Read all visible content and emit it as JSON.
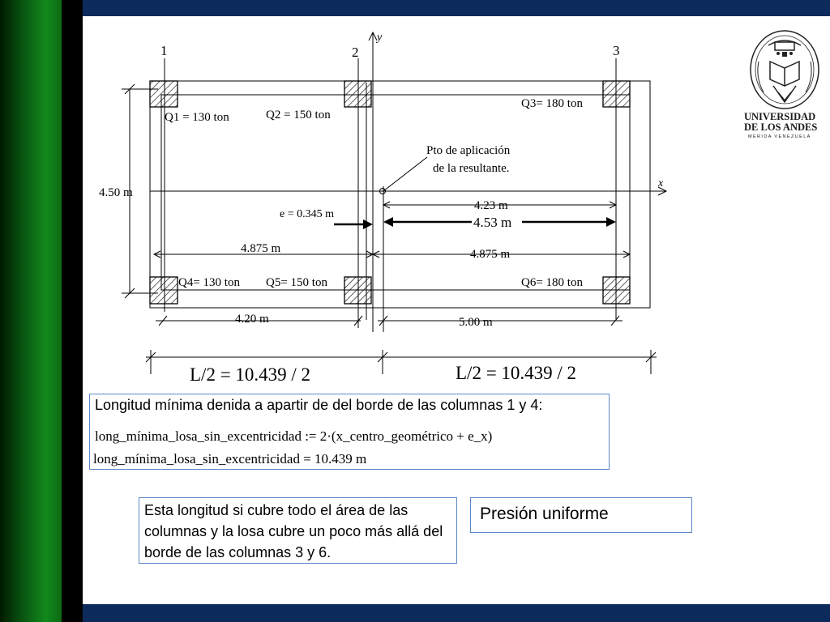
{
  "diagram": {
    "columns": [
      {
        "label": "1"
      },
      {
        "label": "2"
      },
      {
        "label": "3"
      }
    ],
    "loads": {
      "q1": "Q1 = 130 ton",
      "q2": "Q2 = 150 ton",
      "q3": "Q3= 180 ton",
      "q4": "Q4= 130 ton",
      "q5": "Q5= 150 ton",
      "q6": "Q6= 180 ton"
    },
    "axes": {
      "y": "y",
      "x": "x"
    },
    "dimensions": {
      "height": "4.50 m",
      "eccentricity": "e = 0.345 m",
      "dist_423": "4.23 m",
      "dist_453": "4.53 m",
      "half_left": "4.875 m",
      "half_right": "4.875 m",
      "span_left": "4.20 m",
      "span_right": "5.00 m",
      "l_half_left": "L/2 = 10.439 / 2",
      "l_half_right": "L/2 = 10.439 / 2"
    },
    "resultant_note": {
      "line1": "Pto de aplicación",
      "line2": "de la resultante."
    }
  },
  "formula_box": {
    "heading": "Longitud mínima denida a apartir de del borde de las columnas 1 y 4:",
    "line1": "long_mínima_losa_sin_excentricidad := 2·(x_centro_geométrico + e_x)",
    "line2": "long_mínima_losa_sin_excentricidad = 10.439 m"
  },
  "note_box": {
    "text": "Esta longitud si cubre todo el área de las columnas y la losa cubre un poco más allá del borde de las columnas 3 y 6."
  },
  "pressure_box": {
    "text": "Presión uniforme"
  },
  "logo": {
    "name_line1": "UNIVERSIDAD",
    "name_line2": "DE LOS ANDES",
    "subtitle": "MERIDA VENEZUELA"
  },
  "colors": {
    "left_bar_green": "#12881c",
    "top_bottom_bar": "#0d2a5c",
    "box_border": "#5b87c8"
  }
}
